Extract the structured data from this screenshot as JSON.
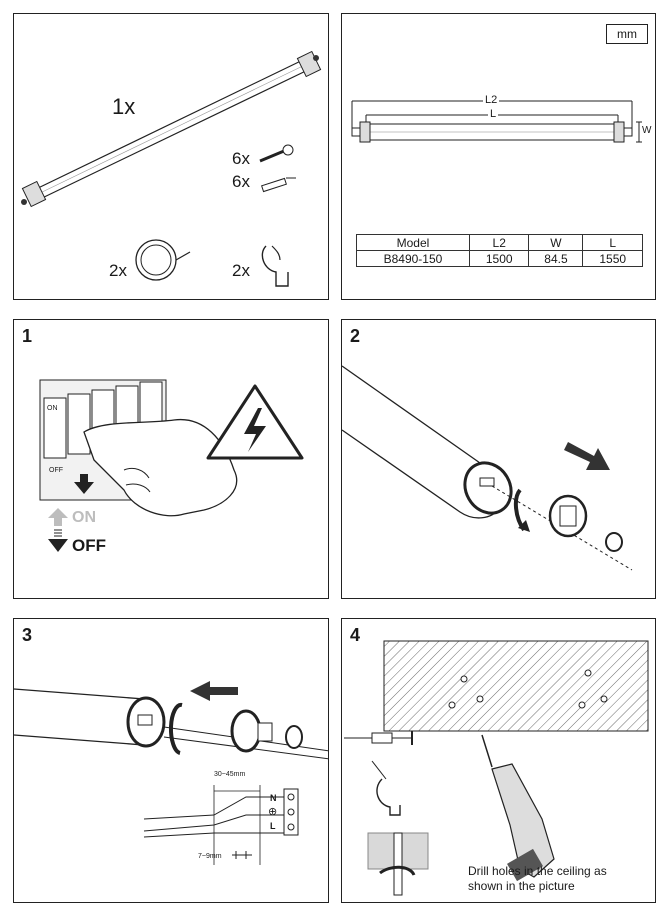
{
  "panel_contents": {
    "qty_light": "1x",
    "qty_screws": "6x",
    "qty_anchors": "6x",
    "qty_cable": "2x",
    "qty_clips": "2x"
  },
  "panel_dimensions": {
    "unit": "mm",
    "label_l2": "L2",
    "label_l": "L",
    "label_w": "W",
    "table_headers": [
      "Model",
      "L2",
      "W",
      "L"
    ],
    "table_row": [
      "B8490-150",
      "1500",
      "84.5",
      "1550"
    ]
  },
  "step1": {
    "number": "1",
    "on": "ON",
    "off": "OFF",
    "switch_on": "ON",
    "switch_off": "OFF"
  },
  "step2": {
    "number": "2"
  },
  "step3": {
    "number": "3",
    "strip_length": "30~45mm",
    "wire_strip": "7~9mm",
    "terminal_n": "N",
    "terminal_earth": "⊕",
    "terminal_l": "L"
  },
  "step4": {
    "number": "4",
    "instruction_line1": "Drill holes in the ceiling as",
    "instruction_line2": "shown in the picture"
  },
  "colors": {
    "line": "#222222",
    "arrow": "#333333",
    "light_gray": "#bdbdbd"
  }
}
